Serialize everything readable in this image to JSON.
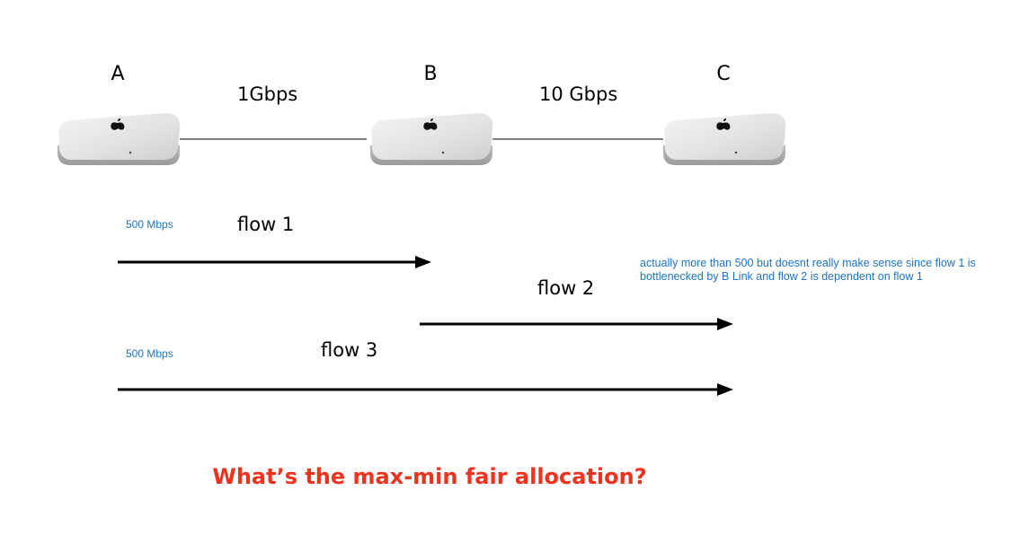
{
  "nodes": [
    {
      "label": "A"
    },
    {
      "label": "B"
    },
    {
      "label": "C"
    }
  ],
  "links": [
    {
      "label": "1Gbps"
    },
    {
      "label": "10 Gbps"
    }
  ],
  "flows": [
    {
      "label": "flow 1",
      "rate_note": "500 Mbps"
    },
    {
      "label": "flow 2"
    },
    {
      "label": "flow 3",
      "rate_note": "500 Mbps"
    }
  ],
  "annotation": "actually more than 500 but doesnt really make sense since flow 1 is bottlenecked by B Link and flow 2 is dependent on flow 1",
  "question": "What’s the max-min fair allocation?",
  "colors": {
    "note_text": "#1c74c4",
    "question_text": "#f0321e",
    "arrow": "#000000",
    "device_body": "#c8c8c8"
  },
  "icons": {
    "device": "mac-mini-icon",
    "logo": "apple-logo-icon"
  }
}
